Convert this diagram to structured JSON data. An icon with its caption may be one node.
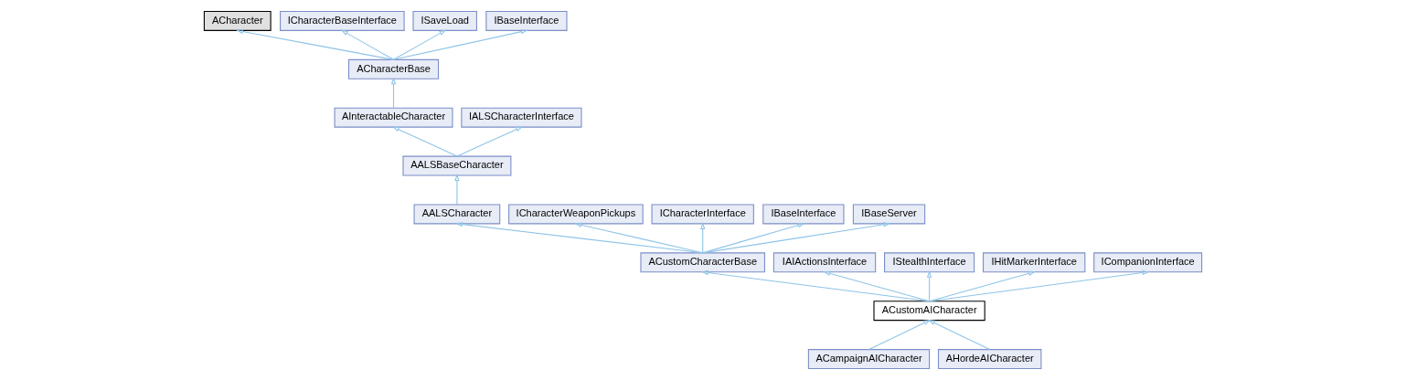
{
  "diagram": {
    "nodes": [
      {
        "text": [
          "ACharacter"
        ]
      },
      {
        "text": [
          "ICharacterBaseInterface"
        ]
      },
      {
        "text": [
          "ISaveLoad"
        ]
      },
      {
        "text": [
          "IBaseInterface"
        ]
      },
      {
        "text": [
          "ACharacterBase"
        ]
      },
      {
        "text": [
          "AInteractableCharacter"
        ]
      },
      {
        "text": [
          "IALSCharacterInterface"
        ]
      },
      {
        "text": [
          "AALSBaseCharacter"
        ]
      },
      {
        "text": [
          "AALSCharacter"
        ]
      },
      {
        "text": [
          "ICharacterWeaponPickups"
        ]
      },
      {
        "text": [
          "ICharacterInterface"
        ]
      },
      {
        "text": [
          "IBaseInterface"
        ]
      },
      {
        "text": [
          "IBaseServer"
        ]
      },
      {
        "text": [
          "ACustomCharacterBase"
        ]
      },
      {
        "text": [
          "IAIActionsInterface"
        ]
      },
      {
        "text": [
          "IStealthInterface"
        ]
      },
      {
        "text": [
          "IHitMarkerInterface"
        ]
      },
      {
        "text": [
          "ICompanionInterface"
        ]
      },
      {
        "text": [
          "ACustomAICharacter"
        ]
      },
      {
        "text": [
          "ACampaignAICharacter"
        ]
      },
      {
        "text": [
          "AHordeAICharacter"
        ]
      }
    ],
    "edges": [
      {
        "from": 4,
        "to": 0,
        "arrow": "to"
      },
      {
        "from": 4,
        "to": 1,
        "arrow": "to"
      },
      {
        "from": 4,
        "to": 2,
        "arrow": "to"
      },
      {
        "from": 4,
        "to": 3,
        "arrow": "to"
      },
      {
        "from": 5,
        "to": 4,
        "arrow": "to"
      },
      {
        "from": 7,
        "to": 5,
        "arrow": "to"
      },
      {
        "from": 7,
        "to": 6,
        "arrow": "to"
      },
      {
        "from": 8,
        "to": 7,
        "arrow": "to"
      },
      {
        "from": 13,
        "to": 8,
        "arrow": "to"
      },
      {
        "from": 13,
        "to": 9,
        "arrow": "to"
      },
      {
        "from": 13,
        "to": 10,
        "arrow": "to"
      },
      {
        "from": 13,
        "to": 11,
        "arrow": "to"
      },
      {
        "from": 13,
        "to": 12,
        "arrow": "to"
      },
      {
        "from": 18,
        "to": 13,
        "arrow": "to"
      },
      {
        "from": 18,
        "to": 14,
        "arrow": "to"
      },
      {
        "from": 18,
        "to": 15,
        "arrow": "to"
      },
      {
        "from": 18,
        "to": 16,
        "arrow": "to"
      },
      {
        "from": 18,
        "to": 17,
        "arrow": "to"
      },
      {
        "from": 19,
        "to": 18,
        "arrow": "to"
      },
      {
        "from": 20,
        "to": 18,
        "arrow": "to"
      }
    ]
  }
}
